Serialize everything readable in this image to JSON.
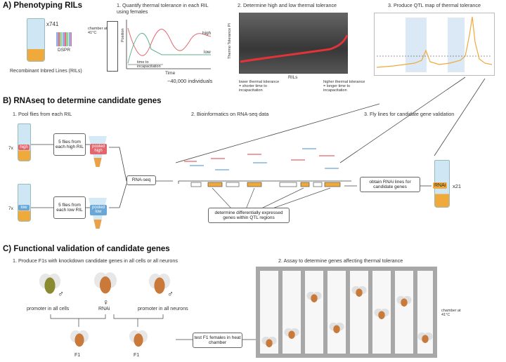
{
  "A": {
    "title": "A) Phenotyping RILs",
    "count": "x741",
    "dspr": "DSPR",
    "ril_label": "Recombinant Inbred Lines (RILs)",
    "s1": "1. Quantify thermal tolerance in each RIL using females",
    "chamber": "chamber at 41°C",
    "position": "Position",
    "high": "high",
    "low": "low",
    "time_inc": "time to incapacitation",
    "time": "Time",
    "individuals": "~40,000 individuals",
    "s2": "2. Determine high and low thermal tolerance",
    "yaxis": "Thermo Tolerance PI",
    "rils": "RILs",
    "lower": "lower thermal tolerance = shorter time to incapacitation",
    "higher": "higher thermal tolerance = longer time to incapacitation",
    "s3": "3. Produce QTL map of thermal tolerance"
  },
  "B": {
    "title": "B) RNAseq to determine candidate genes",
    "s1": "1. Pool flies from each RIL",
    "s2": "2. Bioinformatics on RNA-seq data",
    "s3": "3. Fly lines for candidate gene validation",
    "x7a": "7x",
    "x7b": "7x",
    "high": "high",
    "low": "low",
    "flies_high": "5 flies from each high RIL",
    "flies_low": "5 flies from each low RIL",
    "pooled_high": "pooled high",
    "pooled_low": "pooled low",
    "rnaseq": "RNA-seq",
    "de_genes": "determine differentially expressed genes within QTL regions",
    "rnai_lines": "obtain RNAi lines for candidate genes",
    "rnai": "RNAi",
    "x21": "x21"
  },
  "C": {
    "title": "C) Functional validation of candidate genes",
    "s1": "1. Produce F1s with knockdown candidate genes in all cells or all neurons",
    "s2": "2. Assay to determine genes affecting thermal tolerance",
    "promoter_cells": "promoter in all cells",
    "rnai": "RNAi",
    "promoter_neurons": "promoter in all neurons",
    "f1a": "F1",
    "f1b": "F1",
    "test": "test F1 females in heat chamber",
    "chamber": "chamber at 41°C",
    "male": "♂",
    "female": "♀"
  },
  "colors": {
    "high": "#e2666e",
    "low": "#6aa7d6",
    "gold": "#f0a93b",
    "tube": "#cfe6f5"
  }
}
